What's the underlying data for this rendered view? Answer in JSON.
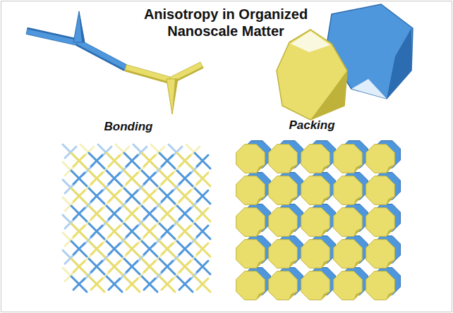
{
  "diagram": {
    "title": "Anisotropy in Organized Nanoscale Matter",
    "labels": [
      "Bonding",
      "Packing"
    ]
  }
}
